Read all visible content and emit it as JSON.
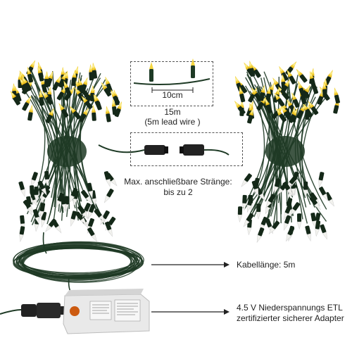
{
  "annotations": {
    "spacing": "10cm",
    "length_line1": "15m",
    "length_line2": "(5m lead wire )",
    "strands_line1": "Max. anschließbare Stränge:",
    "strands_line2": "bis zu 2",
    "cable_length": "Kabellänge: 5m",
    "adapter_line1": "4.5 V Niederspannungs ETL",
    "adapter_line2": "zertifizierter sicherer Adapter"
  },
  "colors": {
    "wire": "#1e3a25",
    "bulb_yellow": "#f6e25a",
    "bulb_glow": "#ffd21a",
    "bulb_clear": "#f2f2ee",
    "background": "#ffffff"
  },
  "icons": {
    "bundle_left": "light-bundle-icon",
    "bundle_right": "light-bundle-icon",
    "connector": "connector-plug-icon",
    "cable_coil": "cable-coil-icon",
    "adapter": "power-adapter-icon"
  }
}
